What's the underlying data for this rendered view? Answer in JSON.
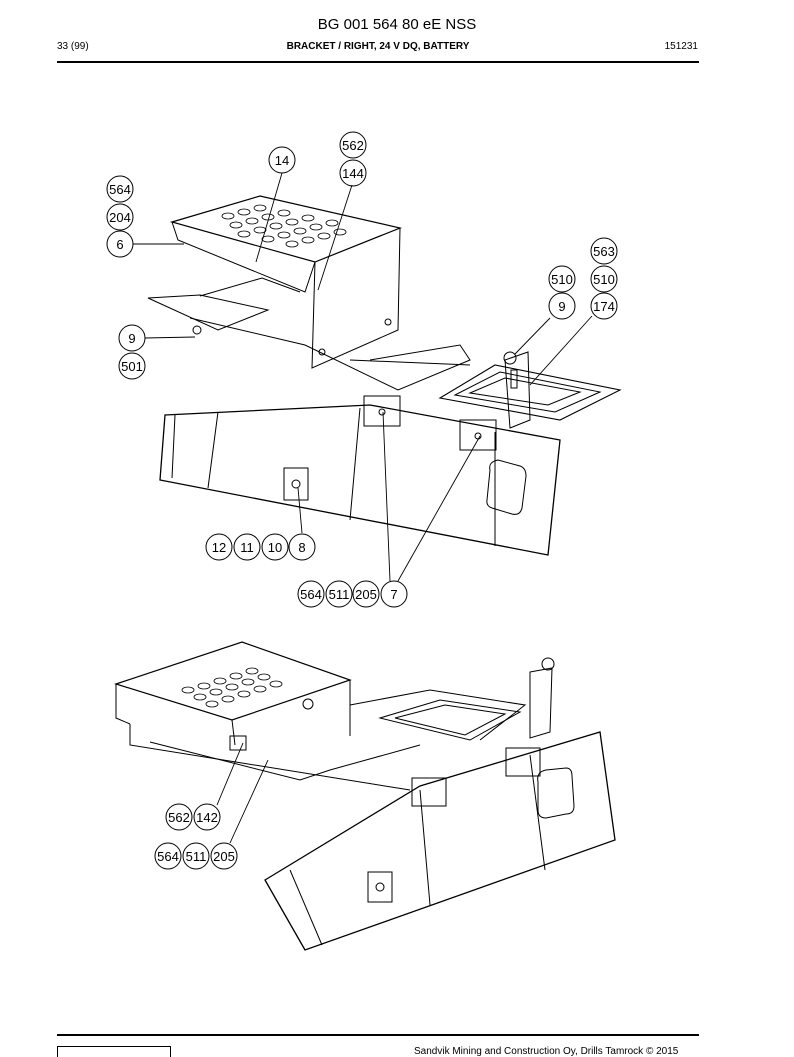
{
  "header": {
    "doc_number": "BG 001 564 80 eE NSS",
    "page": "33 (99)",
    "title": "BRACKET / RIGHT, 24 V DQ, BATTERY",
    "date_code": "151231"
  },
  "footer": {
    "copyright": "Sandvik Mining and Construction Oy, Drills Tamrock © 2015"
  },
  "callouts": {
    "c562a": "562",
    "c144": "144",
    "c14": "14",
    "c564a": "564",
    "c204": "204",
    "c6": "6",
    "c563": "563",
    "c510a": "510",
    "c510b": "510",
    "c9a": "9",
    "c174": "174",
    "c9b": "9",
    "c501": "501",
    "c12": "12",
    "c11": "11",
    "c10": "10",
    "c8": "8",
    "c564b": "564",
    "c511a": "511",
    "c205a": "205",
    "c7": "7",
    "c562b": "562",
    "c142": "142",
    "c564c": "564",
    "c511b": "511",
    "c205b": "205"
  }
}
